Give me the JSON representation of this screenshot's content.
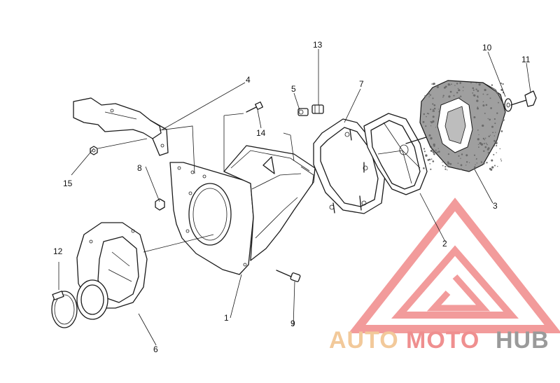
{
  "callouts": [
    {
      "id": "c1",
      "text": "1"
    },
    {
      "id": "c2",
      "text": "2"
    },
    {
      "id": "c3",
      "text": "3"
    },
    {
      "id": "c4",
      "text": "4"
    },
    {
      "id": "c5",
      "text": "5"
    },
    {
      "id": "c6",
      "text": "6"
    },
    {
      "id": "c7",
      "text": "7"
    },
    {
      "id": "c8",
      "text": "8"
    },
    {
      "id": "c9",
      "text": "9"
    },
    {
      "id": "c10",
      "text": "10"
    },
    {
      "id": "c11",
      "text": "11"
    },
    {
      "id": "c12",
      "text": "12"
    },
    {
      "id": "c13",
      "text": "13"
    },
    {
      "id": "c14",
      "text": "14"
    },
    {
      "id": "c15",
      "text": "15"
    }
  ],
  "watermark": {
    "part1": "AUTO",
    "part2": "MOTO",
    "part3": "HUB",
    "color_auto": "#f2c99a",
    "color_moto": "#ef8f8f",
    "color_hub": "#9a9a9a",
    "triangle_color": "#f08a8a"
  }
}
